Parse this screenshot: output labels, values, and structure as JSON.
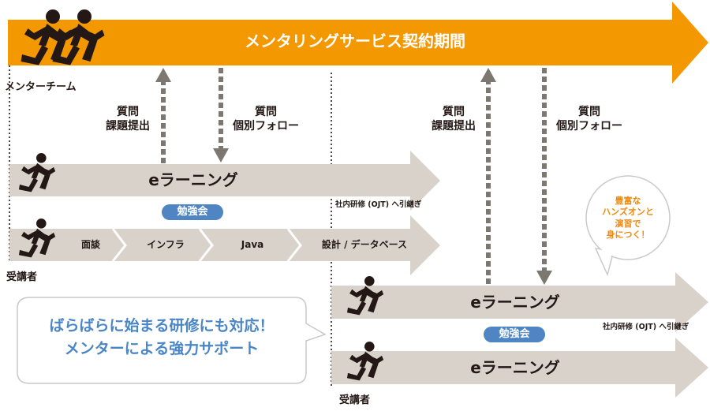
{
  "contract": {
    "title": "メンタリングサービス契約期間"
  },
  "mentor_team": {
    "label": "メンターチーム"
  },
  "phase1": {
    "question_submit": {
      "line1": "質問",
      "line2": "課題提出"
    },
    "question_follow": {
      "line1": "質問",
      "line2": "個別フォロー"
    },
    "elearning": "eラーニング",
    "study_session": "勉強会",
    "steps": [
      "面談",
      "インフラ",
      "Java",
      "設計 / データベース"
    ],
    "handover": "社内研修 (OJT) へ引継ぎ",
    "trainee_label": "受講者"
  },
  "phase2": {
    "question_submit": {
      "line1": "質問",
      "line2": "課題提出"
    },
    "question_follow": {
      "line1": "質問",
      "line2": "個別フォロー"
    },
    "elearning_1": "eラーニング",
    "study_session": "勉強会",
    "elearning_2": "eラーニング",
    "handover": "社内研修 (OJT) へ引継ぎ",
    "trainee_label": "受講者"
  },
  "callout": {
    "line1": "ばらばらに始まる研修にも対応！",
    "line2": "メンターによる強力サポート"
  },
  "badge": {
    "line1": "豊富な",
    "line2": "ハンズオンと",
    "line3": "演習で",
    "line4": "身につく！"
  },
  "colors": {
    "orange": "#f39800",
    "gray_arrow": "#d9d2cb",
    "dashed": "#7d7772",
    "blue": "#4e85c2",
    "accent_orange": "#ee8a10",
    "black": "#231815"
  },
  "icons": [
    "running-person-icon",
    "dashed-arrow-up-icon",
    "dashed-arrow-down-icon"
  ]
}
